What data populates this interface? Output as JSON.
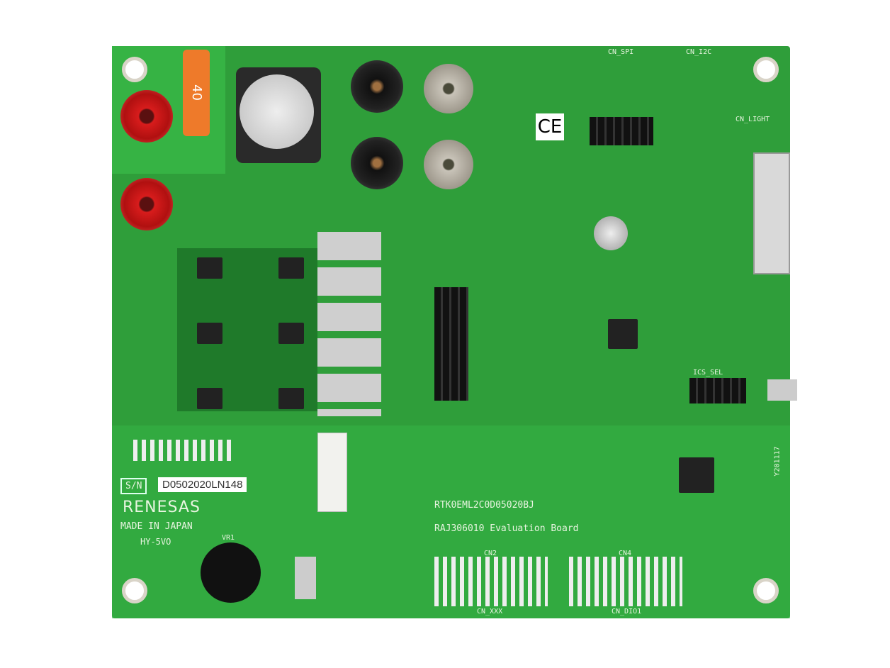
{
  "board": {
    "serial_label": "S/N",
    "serial_number": "D0502020LN148",
    "brand": "RENESAS",
    "origin": "MADE IN JAPAN",
    "ul_mark": "HY-5VO",
    "part_number": "RTK0EML2C0D05020BJ",
    "board_name": "RAJ306010 Evaluation Board",
    "ce_mark": "CE",
    "fuse_rating": "40",
    "date_code": "Y201117",
    "silkscreen": [
      "CN_SPI",
      "CN_I2C",
      "CN_LIGHT",
      "ICS_SEL",
      "CN2",
      "CN4",
      "VR1",
      "CN_XXX",
      "CN_DIO1"
    ]
  },
  "colors": {
    "pcb_green": "#2f9e3a",
    "terminal_red": "#d81c1c",
    "fuse_orange": "#ee7a2a"
  }
}
